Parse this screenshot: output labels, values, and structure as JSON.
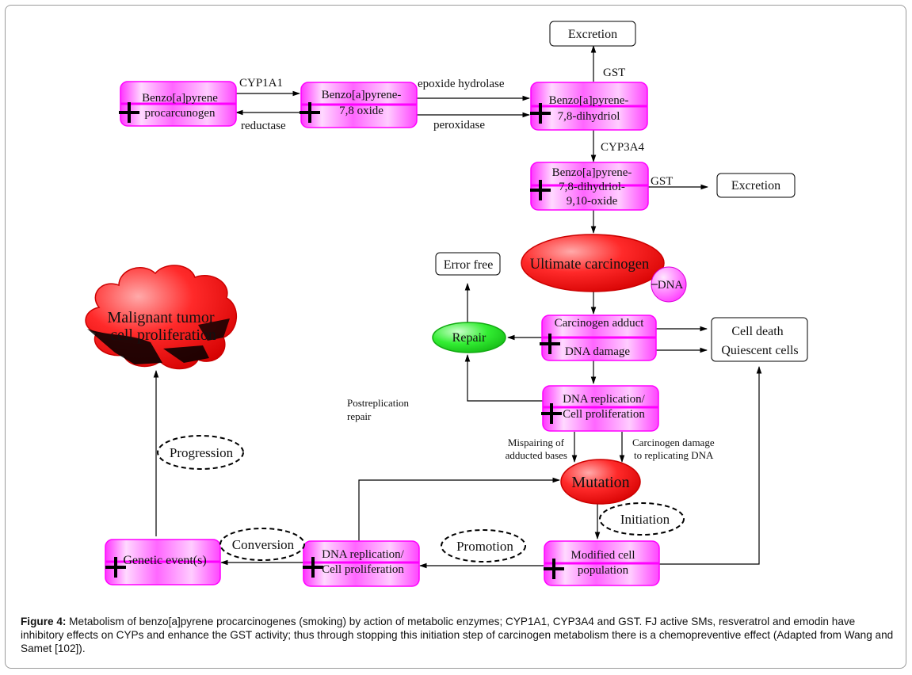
{
  "nodes": {
    "bap_procarcinogen": [
      "Benzo[a]pyrene",
      "procarcunogen"
    ],
    "bap_78_oxide": [
      "Benzo[a]pyrene-",
      "7,8 oxide"
    ],
    "bap_78_dihydriol": [
      "Benzo[a]pyrene-",
      "7,8-dihydriol"
    ],
    "bap_diol_epoxide": [
      "Benzo[a]pyrene-",
      "7,8-dihydriol-",
      "9,10-oxide"
    ],
    "excretion_top": "Excretion",
    "excretion_right": "Excretion",
    "ultimate_carcinogen": "Ultimate carcinogen",
    "dna_bubble": "DNA",
    "error_free": "Error free",
    "repair": "Repair",
    "carcinogen_adduct": "Carcinogen adduct",
    "dna_damage": "DNA damage",
    "cell_death": [
      "Cell death",
      "Quiescent cells"
    ],
    "dna_replication_top": [
      "DNA replication/",
      "Cell proliferation"
    ],
    "mutation": "Mutation",
    "initiation": "Initiation",
    "modified_cell": [
      "Modified cell",
      "population"
    ],
    "promotion": "Promotion",
    "dna_replication_bottom": [
      "DNA replication/",
      "Cell proliferation"
    ],
    "conversion": "Conversion",
    "genetic_event": "Genetic event(s)",
    "progression": "Progression",
    "malignant_tumor": [
      "Malignant tumor",
      "cell proliferation"
    ]
  },
  "edge_labels": {
    "cyp1a1": "CYP1A1",
    "reductase": "reductase",
    "epoxide_hydrolase": "epoxide hydrolase",
    "peroxidase": "peroxidase",
    "gst_top": "GST",
    "cyp3a4": "CYP3A4",
    "gst_right": "GST",
    "postreplication_repair": [
      "Postreplication",
      "repair"
    ],
    "mispairing": [
      "Mispairing of",
      "adducted bases"
    ],
    "carcinogen_damage": [
      "Carcinogen damage",
      "to replicating DNA"
    ]
  },
  "caption": {
    "label": "Figure 4:",
    "text": " Metabolism of benzo[a]pyrene procarcinogenes (smoking) by action of metabolic enzymes; CYP1A1, CYP3A4 and GST. FJ active SMs, resveratrol and emodin have inhibitory effects on CYPs and enhance the GST activity; thus through stopping this initiation step of carcinogen metabolism there is a chemopreventive effect (Adapted from Wang and Samet [102])."
  },
  "colors": {
    "magenta": "#ff33ff",
    "magenta_light": "#ffd6ff",
    "red": "#ee1111",
    "green": "#22dd22",
    "line": "#000000"
  }
}
